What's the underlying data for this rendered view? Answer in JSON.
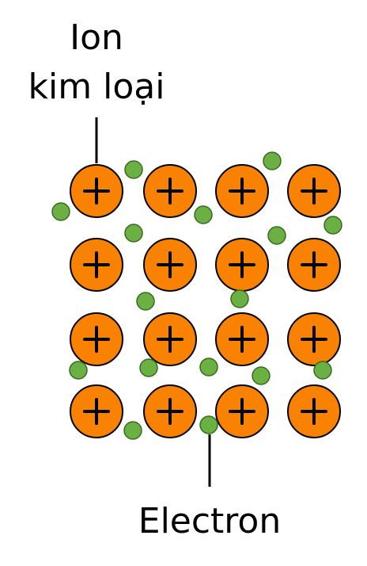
{
  "labels": {
    "ion_line1": "Ion",
    "ion_line2": "kim loại",
    "electron": "Electron"
  },
  "ion_symbol": "+",
  "colors": {
    "ion_fill": "#F98203",
    "ion_stroke": "#000000",
    "electron_fill": "#6AB042",
    "electron_stroke": "#3A6A22",
    "line": "#000000"
  }
}
